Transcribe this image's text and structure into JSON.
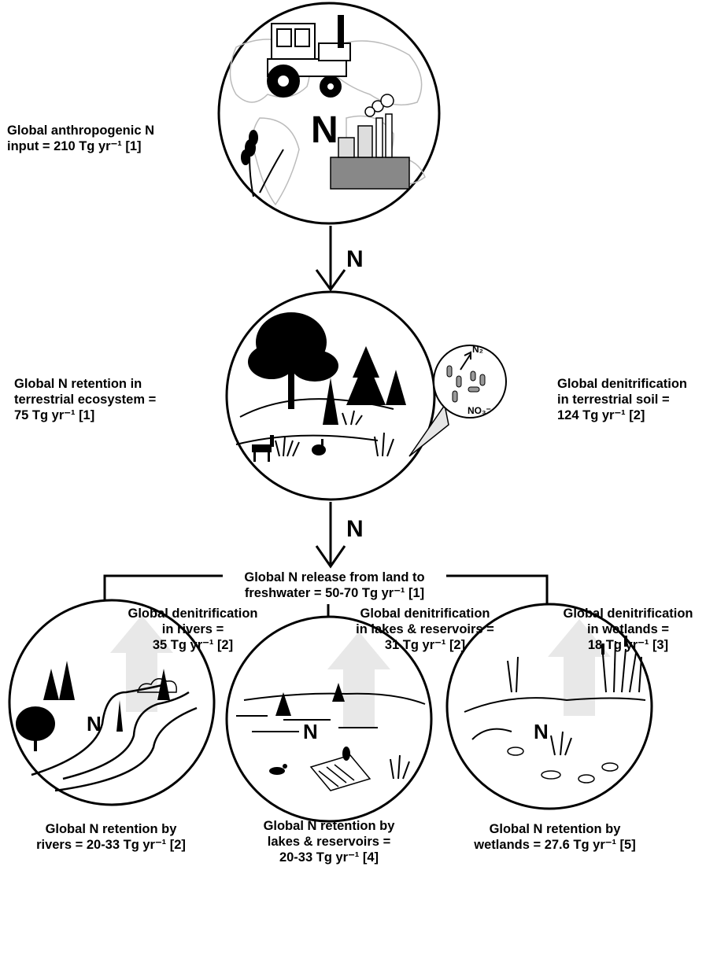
{
  "top": {
    "label_lines": [
      "Global anthropogenic N",
      "input = 210 Tg yr⁻¹ [1]"
    ],
    "circle_letter": "N"
  },
  "arrow1_letter": "N",
  "middle": {
    "retention_lines": [
      "Global N retention in",
      "terrestrial ecosystem =",
      "75 Tg yr⁻¹ [1]"
    ],
    "denit_soil_lines": [
      "Global denitrification",
      "in terrestrial soil =",
      "124 Tg yr⁻¹ [2]"
    ],
    "inset_n2": "N₂",
    "inset_no3": "NO₃⁻"
  },
  "arrow2_letter": "N",
  "release_lines": [
    "Global N release from land to",
    "freshwater = 50-70 Tg yr⁻¹ [1]"
  ],
  "rivers": {
    "denit_lines": [
      "Global denitrification",
      "in rivers =",
      "35 Tg yr⁻¹ [2]"
    ],
    "circle_letter": "N",
    "retention_lines": [
      "Global N retention by",
      "rivers = 20-33 Tg yr⁻¹ [2]"
    ]
  },
  "lakes": {
    "denit_lines": [
      "Global denitrification",
      "in lakes & reservoirs =",
      "31 Tg yr⁻¹ [2]"
    ],
    "circle_letter": "N",
    "retention_lines": [
      "Global N retention by",
      "lakes & reservoirs =",
      "20-33 Tg yr⁻¹ [4]"
    ]
  },
  "wetlands": {
    "denit_lines": [
      "Global denitrification",
      "in wetlands =",
      "18 Tg yr⁻¹ [3]"
    ],
    "circle_letter": "N",
    "retention_lines": [
      "Global N retention by",
      "wetlands = 27.6 Tg yr⁻¹ [5]"
    ]
  }
}
